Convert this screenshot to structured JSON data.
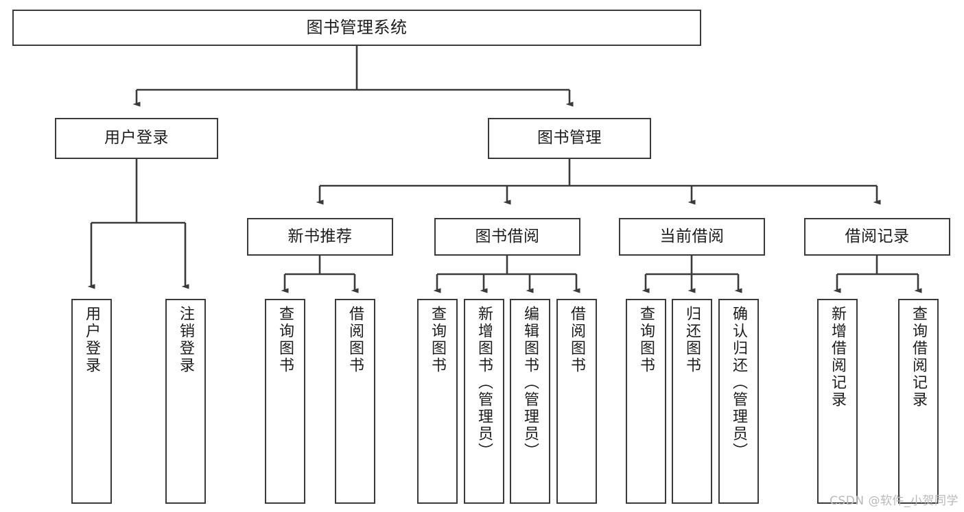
{
  "diagram": {
    "title": "图书管理系统",
    "type": "tree-hierarchy",
    "colors": {
      "background": "#ffffff",
      "box_border": "#3a3a3a",
      "connector": "#3a3a3a",
      "text": "#1d1d1d",
      "watermark": "#b9b9b9"
    },
    "root": {
      "label": "图书管理系统"
    },
    "level2": [
      {
        "label": "用户登录"
      },
      {
        "label": "图书管理"
      }
    ],
    "level3": [
      {
        "label": "新书推荐"
      },
      {
        "label": "图书借阅"
      },
      {
        "label": "当前借阅"
      },
      {
        "label": "借阅记录"
      }
    ],
    "leaves": {
      "user_login": [
        {
          "label": "用户登录"
        },
        {
          "label": "注销登录"
        }
      ],
      "new_book": [
        {
          "label": "查询图书"
        },
        {
          "label": "借阅图书"
        }
      ],
      "book_borrow": [
        {
          "label": "查询图书"
        },
        {
          "label": "新增图书（管理员）"
        },
        {
          "label": "编辑图书（管理员）"
        },
        {
          "label": "借阅图书"
        }
      ],
      "current_borrow": [
        {
          "label": "查询图书"
        },
        {
          "label": "归还图书"
        },
        {
          "label": "确认归还（管理员）"
        }
      ],
      "borrow_record": [
        {
          "label": "新增借阅记录"
        },
        {
          "label": "查询借阅记录"
        }
      ]
    }
  },
  "watermark": {
    "text": "CSDN @软件_小贺同学"
  }
}
